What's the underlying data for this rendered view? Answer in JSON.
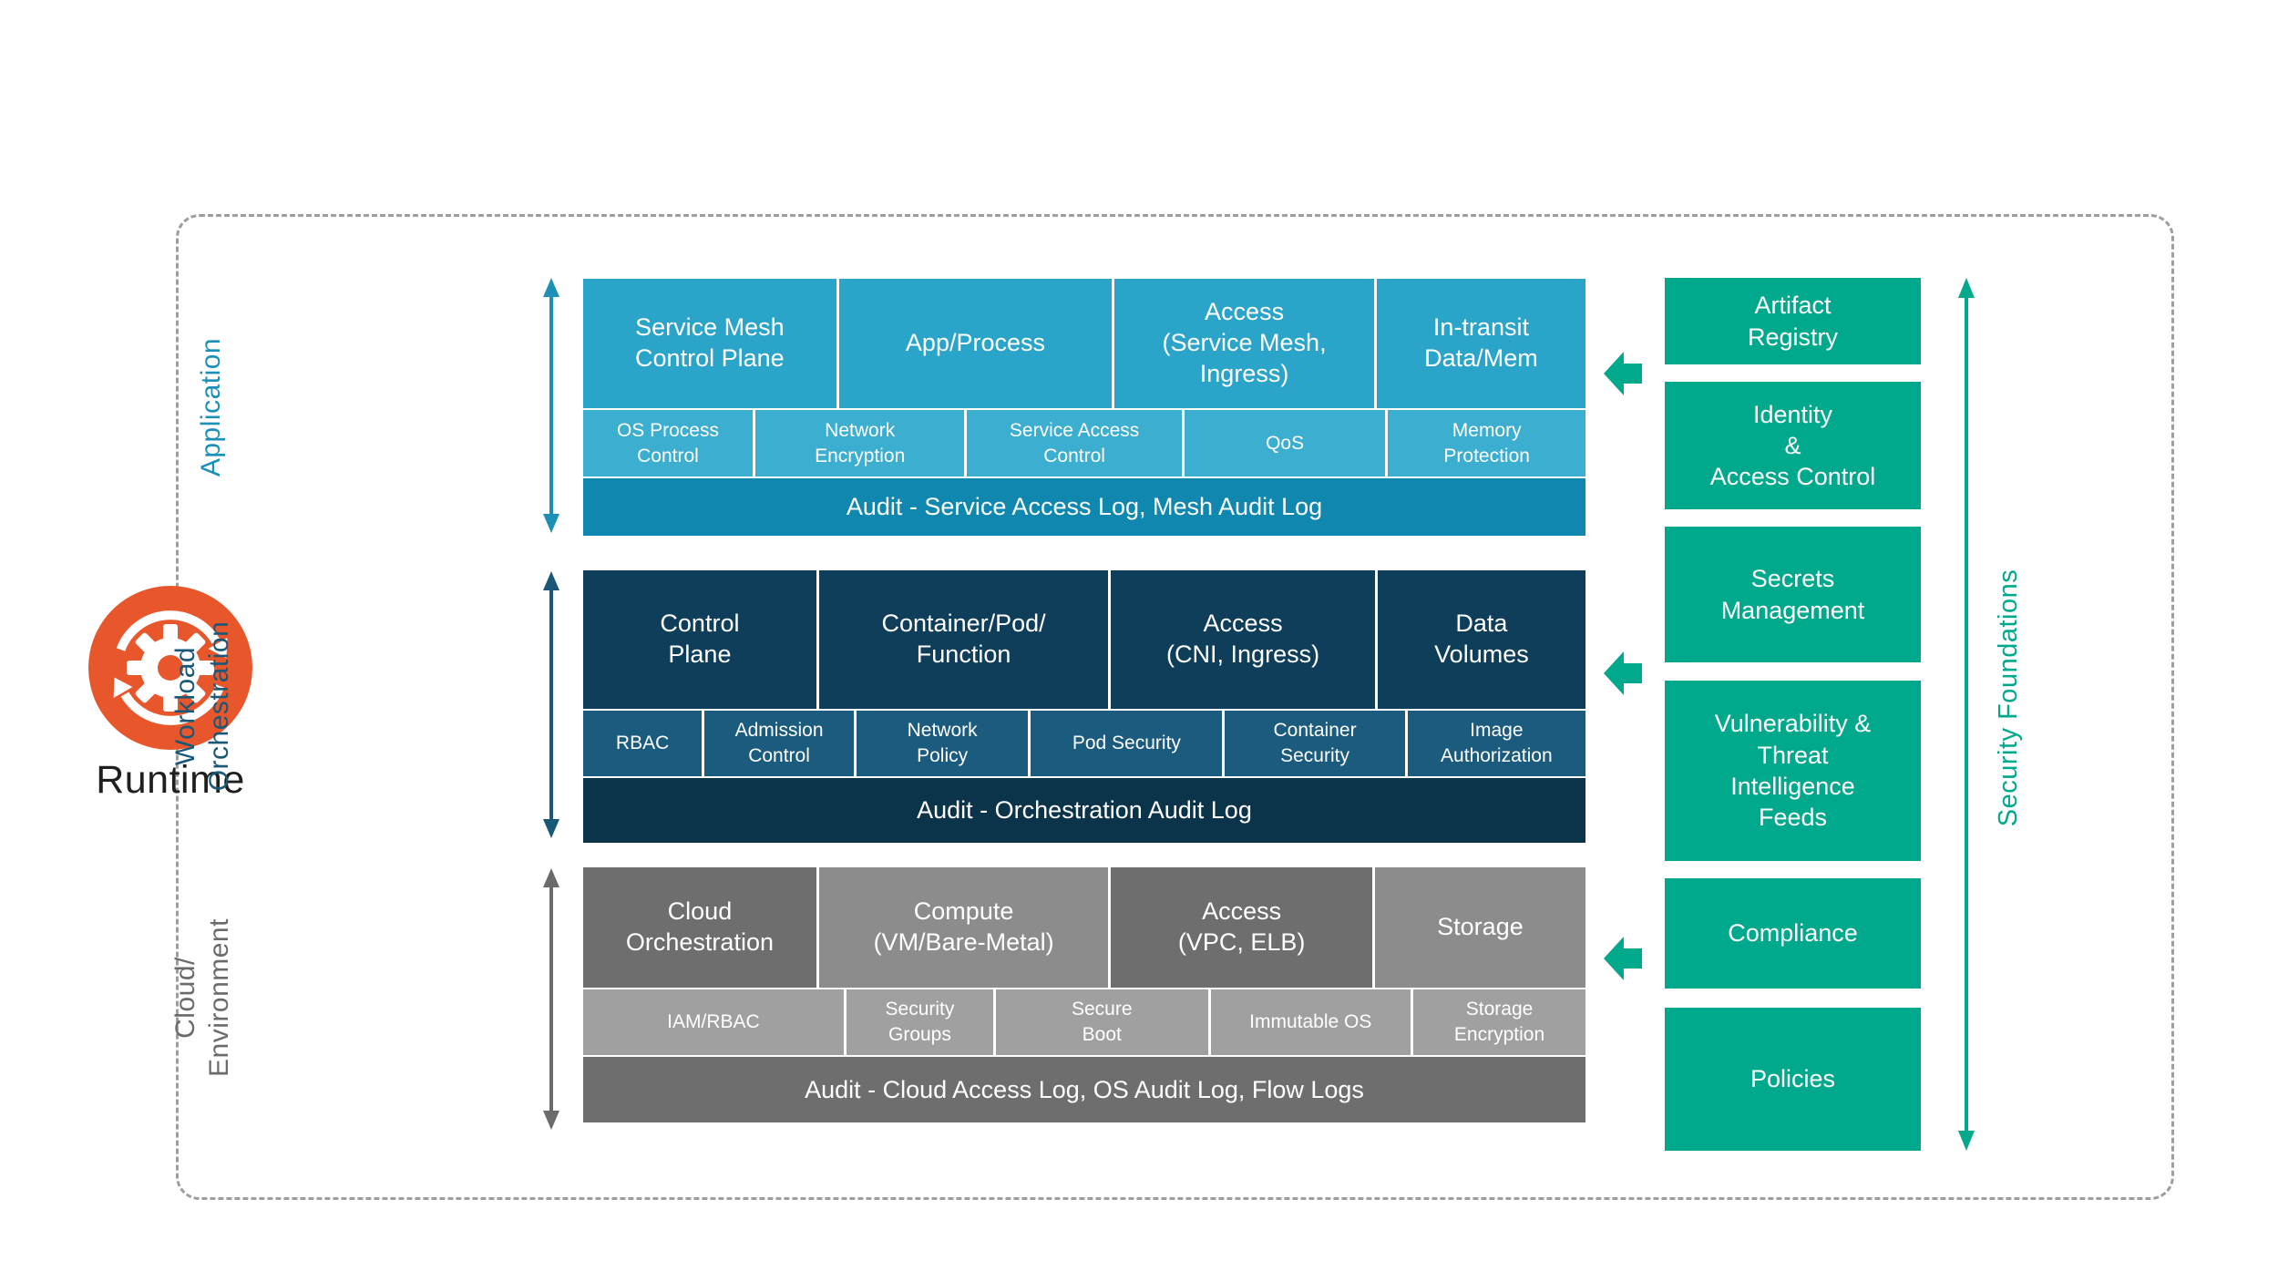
{
  "runtime": {
    "label": "Runtime"
  },
  "axis_labels": {
    "application": "Application",
    "workload": "Workload\nOrchestration",
    "cloud": "Cloud/\nEnvironment",
    "security_foundations": "Security Foundations"
  },
  "application": {
    "blocks": [
      "Service Mesh\nControl Plane",
      "App/Process",
      "Access\n(Service Mesh,\nIngress)",
      "In-transit\nData/Mem"
    ],
    "controls": [
      "OS Process\nControl",
      "Network\nEncryption",
      "Service Access\nControl",
      "QoS",
      "Memory\nProtection"
    ],
    "audit": "Audit - Service Access Log, Mesh Audit Log"
  },
  "workload": {
    "blocks": [
      "Control\nPlane",
      "Container/Pod/\nFunction",
      "Access\n(CNI, Ingress)",
      "Data\nVolumes"
    ],
    "controls": [
      "RBAC",
      "Admission\nControl",
      "Network\nPolicy",
      "Pod Security",
      "Container\nSecurity",
      "Image\nAuthorization"
    ],
    "audit": "Audit - Orchestration Audit Log"
  },
  "cloud": {
    "blocks": [
      "Cloud\nOrchestration",
      "Compute\n(VM/Bare-Metal)",
      "Access\n(VPC, ELB)",
      "Storage"
    ],
    "controls": [
      "IAM/RBAC",
      "Security\nGroups",
      "Secure\nBoot",
      "Immutable OS",
      "Storage\nEncryption"
    ],
    "audit": "Audit - Cloud Access Log, OS Audit Log, Flow Logs"
  },
  "security_foundations": {
    "boxes": [
      "Artifact\nRegistry",
      "Identity\n&\nAccess Control",
      "Secrets\nManagement",
      "Vulnerability &\nThreat\nIntelligence\nFeeds",
      "Compliance",
      "Policies"
    ]
  },
  "colors": {
    "application_block": "#2AA5C9",
    "application_control": "#3CAECF",
    "application_audit": "#0F87AF",
    "application_accent": "#1C90B6",
    "workload_block": "#0F3E5A",
    "workload_control": "#1B5B7E",
    "workload_audit": "#0B3349",
    "workload_accent": "#1A5877",
    "cloud_block_dark": "#6E6E6E",
    "cloud_block_light": "#8C8C8C",
    "cloud_control": "#A0A0A0",
    "cloud_audit": "#6E6E6E",
    "cloud_accent": "#6B6B6B",
    "foundation_green": "#00A88C",
    "runtime_orange": "#E8562C",
    "border_dash_gray": "#9E9E9E"
  }
}
